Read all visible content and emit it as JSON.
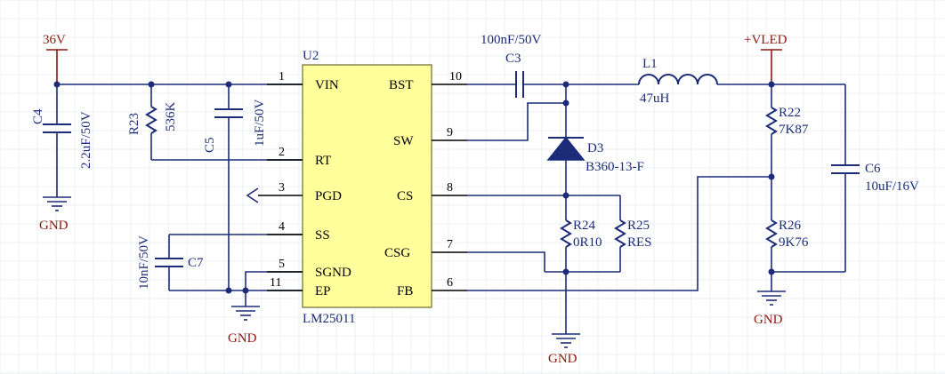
{
  "ic": {
    "designator": "U2",
    "part": "LM25011",
    "pins": {
      "p1": {
        "num": "1",
        "name": "VIN"
      },
      "p2": {
        "num": "2",
        "name": "RT"
      },
      "p3": {
        "num": "3",
        "name": "PGD"
      },
      "p4": {
        "num": "4",
        "name": "SS"
      },
      "p5": {
        "num": "5",
        "name": "SGND"
      },
      "p11": {
        "num": "11",
        "name": "EP"
      },
      "p10": {
        "num": "10",
        "name": "BST"
      },
      "p9": {
        "num": "9",
        "name": "SW"
      },
      "p8": {
        "num": "8",
        "name": "CS"
      },
      "p7": {
        "num": "7",
        "name": "CSG"
      },
      "p6": {
        "num": "6",
        "name": "FB"
      }
    }
  },
  "components": {
    "c4": {
      "ref": "C4",
      "value": "2.2uF/50V"
    },
    "r23": {
      "ref": "R23",
      "value": "536K"
    },
    "c5": {
      "ref": "C5",
      "value": "1uF/50V"
    },
    "c7": {
      "ref": "C7",
      "value": "10nF/50V"
    },
    "c3": {
      "ref": "C3",
      "value": "100nF/50V"
    },
    "l1": {
      "ref": "L1",
      "value": "47uH"
    },
    "d3": {
      "ref": "D3",
      "value": "B360-13-F"
    },
    "r24": {
      "ref": "R24",
      "value": "0R10"
    },
    "r25": {
      "ref": "R25",
      "value": "RES"
    },
    "r22": {
      "ref": "R22",
      "value": "7K87"
    },
    "r26": {
      "ref": "R26",
      "value": "9K76"
    },
    "c6": {
      "ref": "C6",
      "value": "10uF/16V"
    }
  },
  "power": {
    "vin": "36V",
    "vled": "+VLED",
    "gnd1": "GND",
    "gnd2": "GND",
    "gnd3": "GND",
    "gnd4": "GND"
  },
  "colors": {
    "wire": "#1c2c78",
    "ic_fill": "#ffff9c",
    "power_label": "#8b1a10",
    "grid": "#eceff2"
  }
}
